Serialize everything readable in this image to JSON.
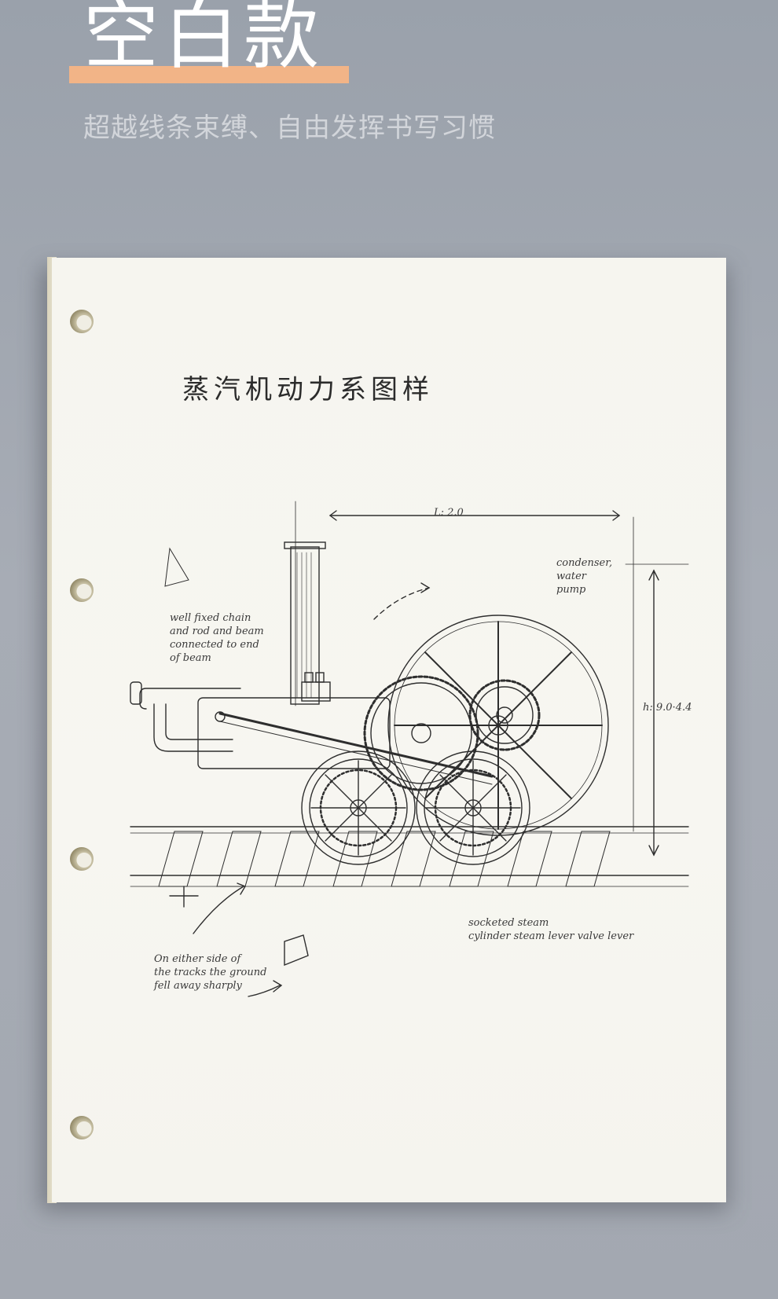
{
  "header": {
    "title": "空白款",
    "subtitle": "超越线条束缚、自由发挥书写习惯"
  },
  "paper": {
    "drawing_title": "蒸汽机动力系图样",
    "notes": {
      "chain": "well fixed chain\nand rod and beam\nconnected to end\nof beam",
      "condenser": "condenser,\nwater\npump",
      "length_dim": "L: 2.0",
      "height_dim": "h: 9.0·4.4",
      "ground": "On either side of\nthe tracks the ground\nfell away sharply",
      "cylinder": "socketed steam\ncylinder  steam lever  valve lever"
    }
  },
  "colors": {
    "accent_underline": "#f2b487",
    "background": "#a3a8b1",
    "paper": "#f7f6f1"
  }
}
